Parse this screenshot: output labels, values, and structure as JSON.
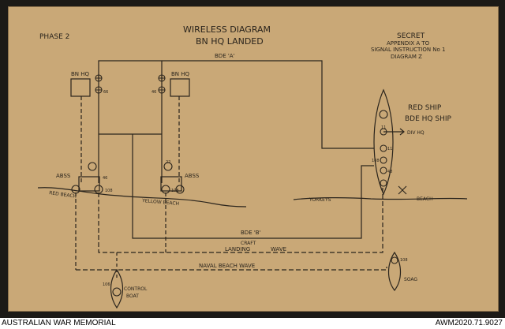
{
  "header": {
    "phase": "PHASE 2",
    "title_line1": "WIRELESS DIAGRAM",
    "title_line2": "BN HQ LANDED",
    "secret_lines": [
      "SECRET",
      "APPENDIX A TO",
      "SIGNAL INSTRUCTION No 1",
      "DIAGRAM Z"
    ]
  },
  "nets": {
    "bde_a": "BDE 'A'",
    "bde_b": "BDE 'B'",
    "landing_craft": "CRAFT",
    "landing_wave": "LANDING",
    "wave_word": "WAVE",
    "naval_beach_wave": "NAVAL BEACH WAVE"
  },
  "stations": {
    "bn_hq_left": "BN HQ",
    "bn_hq_right": "BN HQ",
    "abss_left": "ABSS",
    "abss_right": "ABSS",
    "red_ship_line1": "RED SHIP",
    "red_ship_line2": "BDE HQ SHIP",
    "div_hq": "DIV HQ",
    "control_boat_line1": "CONTROL",
    "control_boat_line2": "BOAT",
    "soag": "SOAG"
  },
  "beaches": {
    "red": "RED BEACH",
    "yellow": "YELLOW BEACH",
    "yorkeys": "YORKEYS",
    "beach": "BEACH"
  },
  "set_numbers": {
    "n66": "66",
    "n46": "46",
    "n108": "108",
    "n11": "11",
    "n18": "18",
    "n22": "22",
    "n48": "48",
    "n106": "106"
  },
  "footer": {
    "left": "AUSTRALIAN WAR MEMORIAL",
    "right": "AWM2020.71.9027"
  },
  "colors": {
    "paper": "#c9a877",
    "ink": "#2a241c",
    "border": "#1c1a17"
  }
}
